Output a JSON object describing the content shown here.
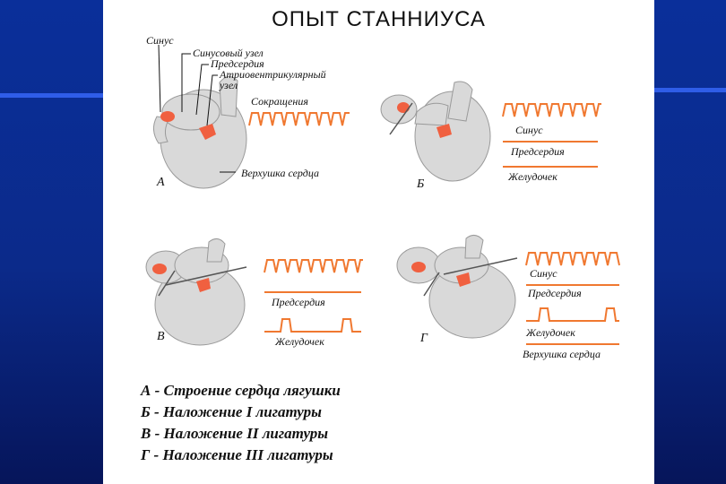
{
  "title": "ОПЫТ СТАННИУСА",
  "colors": {
    "trace": "#f07830",
    "node": "#f06040",
    "background": "#0b2a8c",
    "slide": "#ffffff"
  },
  "panel_a": {
    "letter": "А",
    "labels": {
      "sinus": "Синус",
      "sinus_node": "Синусовый узел",
      "atria": "Предсердия",
      "av_node_line1": "Атриовентрикулярный",
      "av_node_line2": "узел",
      "contractions": "Сокращения",
      "apex": "Верхушка сердца"
    }
  },
  "panel_b": {
    "letter": "Б",
    "trace_labels": [
      "Синус",
      "Предсердия",
      "Желудочек"
    ]
  },
  "panel_v": {
    "letter": "В",
    "trace_labels": [
      "Предсердия",
      "Желудочек"
    ]
  },
  "panel_g": {
    "letter": "Г",
    "trace_labels": [
      "Синус",
      "Предсердия",
      "Желудочек",
      "Верхушка сердца"
    ]
  },
  "legend": [
    {
      "letter": "А -",
      "text": "Строение сердца лягушки"
    },
    {
      "letter": "Б -",
      "text": "Наложение I лигатуры"
    },
    {
      "letter": "В -",
      "text": "Наложение II лигатуры"
    },
    {
      "letter": "Г -",
      "text": "Наложение III лигатуры"
    }
  ]
}
